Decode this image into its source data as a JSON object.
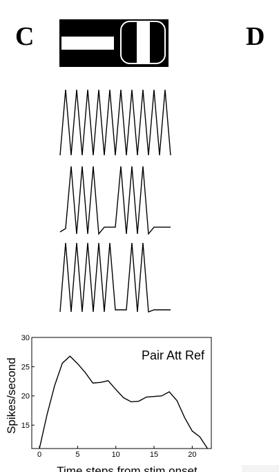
{
  "panels": {
    "left": "C",
    "right": "D"
  },
  "chart_data": [
    {
      "type": "line",
      "title": "",
      "description_only": false,
      "series": [
        {
          "name": "",
          "values": [
            0,
            1,
            0,
            1,
            0,
            1,
            0,
            1,
            0,
            1,
            0,
            1,
            0,
            1,
            0,
            1,
            0,
            1,
            0,
            1,
            0
          ]
        }
      ]
    },
    {
      "type": "line",
      "title": "",
      "series": [
        {
          "name": "",
          "values": [
            0.03,
            0.08,
            1,
            0,
            1,
            0,
            1,
            0,
            0.1,
            0.1,
            0.1,
            1,
            0,
            1,
            0,
            1,
            0,
            0.1,
            0.1,
            0.1,
            0.1
          ]
        }
      ]
    },
    {
      "type": "line",
      "title": "",
      "series": [
        {
          "name": "",
          "values": [
            0,
            1,
            0,
            1,
            0,
            1,
            0,
            1,
            0,
            1,
            0.03,
            0.03,
            0.03,
            1,
            0,
            1,
            0,
            0.03,
            0.03,
            0.03,
            0.03
          ]
        }
      ]
    },
    {
      "type": "line",
      "title": "",
      "xlabel": "Time steps from stim onset",
      "ylabel": "Spikes/second",
      "annotation": "Pair Att Ref",
      "x": [
        0,
        1,
        2,
        3,
        4,
        5,
        6,
        7,
        8,
        9,
        10,
        11,
        12,
        13,
        14,
        15,
        16,
        17,
        18,
        19,
        20,
        21,
        22
      ],
      "series": [
        {
          "name": "Pair Att Ref",
          "values": [
            10.5,
            16.8,
            21.8,
            25.6,
            26.8,
            25.5,
            24,
            22.2,
            22.3,
            22.6,
            21.1,
            19.7,
            19,
            19.1,
            19.8,
            19.9,
            20,
            20.7,
            19.2,
            16.3,
            14,
            13,
            10.5
          ]
        }
      ],
      "xlim": [
        -1,
        22.5
      ],
      "ylim": [
        11,
        30
      ],
      "xticks": [
        0,
        5,
        10,
        15,
        20
      ],
      "yticks": [
        15,
        20,
        25,
        30
      ],
      "grid": false
    }
  ]
}
